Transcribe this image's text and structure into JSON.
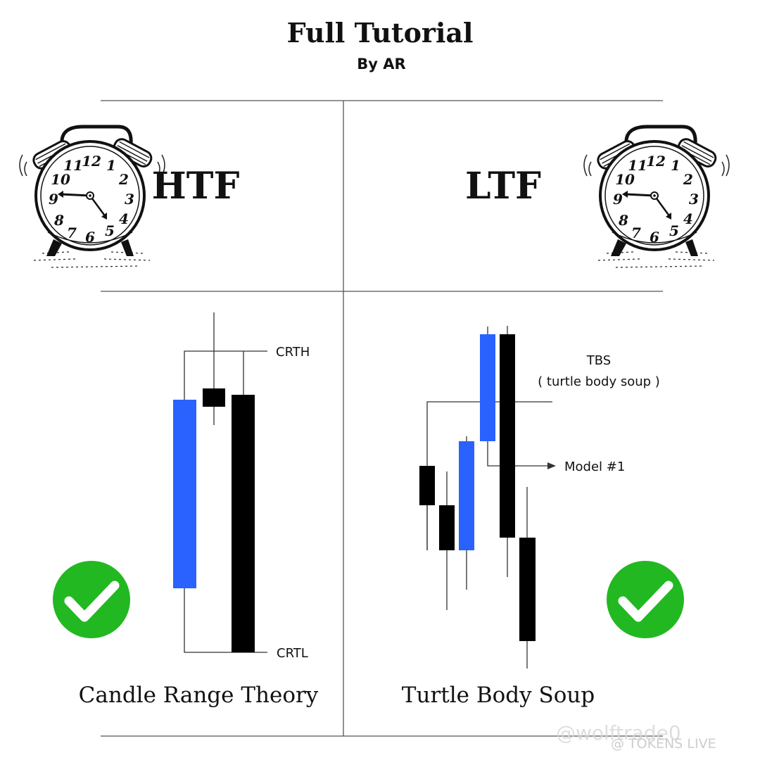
{
  "header": {
    "title": "Full Tutorial",
    "byline": "By AR"
  },
  "left_panel": {
    "timeframe": "HTF",
    "top_label": "CRTH",
    "bottom_label": "CRTL",
    "caption": "Candle Range Theory"
  },
  "right_panel": {
    "timeframe": "LTF",
    "tbs_label": "TBS",
    "tbs_sub": "( turtle body soup )",
    "model_label": "Model #1",
    "caption": "Turtle Body Soup"
  },
  "clock": {
    "numerals": [
      "12",
      "1",
      "2",
      "3",
      "4",
      "5",
      "6",
      "7",
      "8",
      "9",
      "10",
      "11"
    ]
  },
  "watermarks": {
    "user": "@wolftrade0",
    "brand": "@ TOKENS LIVE"
  },
  "colors": {
    "bullish": "#2962ff",
    "bearish": "#000000",
    "check": "#22b822",
    "line": "#333333"
  },
  "icons": {
    "clock": "alarm-clock-icon",
    "check": "checkmark-icon"
  }
}
